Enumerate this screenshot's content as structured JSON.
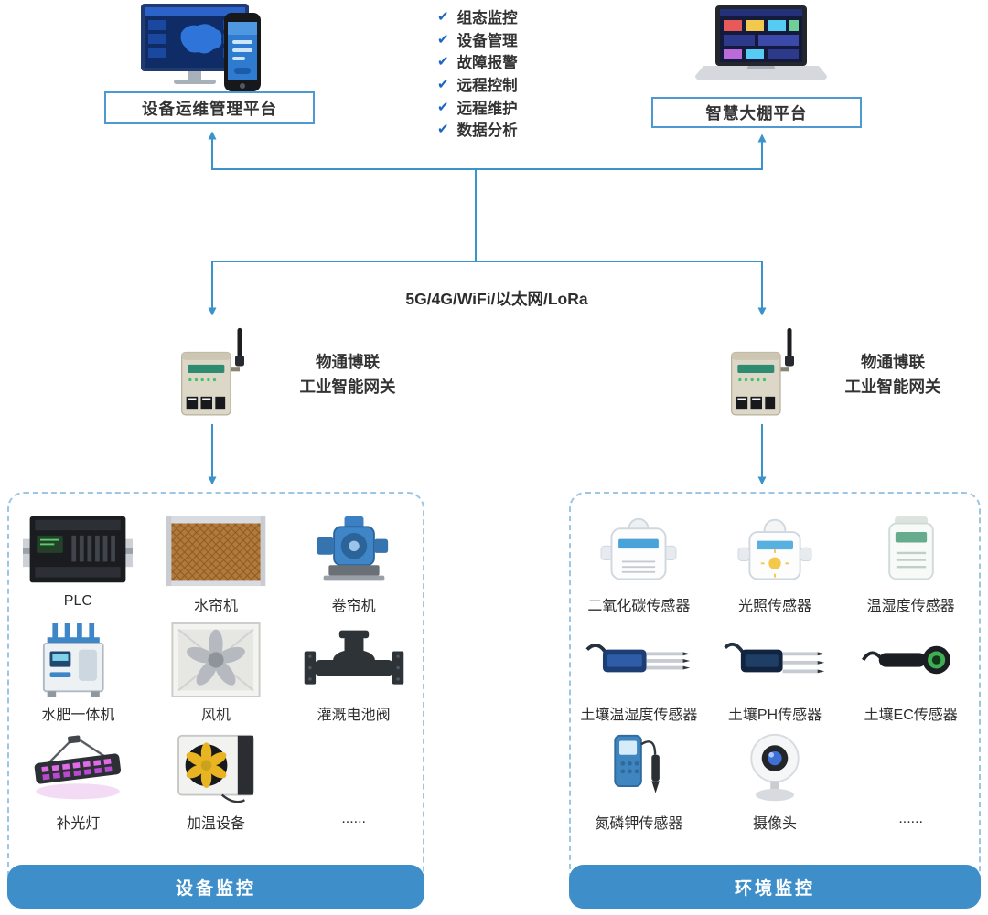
{
  "colors": {
    "accent": "#3B93CC",
    "connector_line": "#3B93CC",
    "check": "#1A66C2",
    "panel_footer": "#3D8EC9",
    "panel_border": "#9CC6E4",
    "box_border": "#4C9AD0",
    "text": "#333333"
  },
  "icons": {
    "check": "✔"
  },
  "top": {
    "left_platform_label": "设备运维管理平台",
    "right_platform_label": "智慧大棚平台",
    "features": [
      "组态监控",
      "设备管理",
      "故障报警",
      "远程控制",
      "远程维护",
      "数据分析"
    ]
  },
  "network": {
    "label": "5G/4G/WiFi/以太网/LoRa",
    "gateways": [
      {
        "line1": "物通博联",
        "line2": "工业智能网关"
      },
      {
        "line1": "物通博联",
        "line2": "工业智能网关"
      }
    ]
  },
  "panels": {
    "device": {
      "title": "设备监控",
      "items": [
        "PLC",
        "水帘机",
        "卷帘机",
        "水肥一体机",
        "风机",
        "灌溉电池阀",
        "补光灯",
        "加温设备",
        "......"
      ]
    },
    "environment": {
      "title": "环境监控",
      "items": [
        "二氧化碳传感器",
        "光照传感器",
        "温湿度传感器",
        "土壤温湿度传感器",
        "土壤PH传感器",
        "土壤EC传感器",
        "氮磷钾传感器",
        "摄像头",
        "......"
      ]
    }
  }
}
